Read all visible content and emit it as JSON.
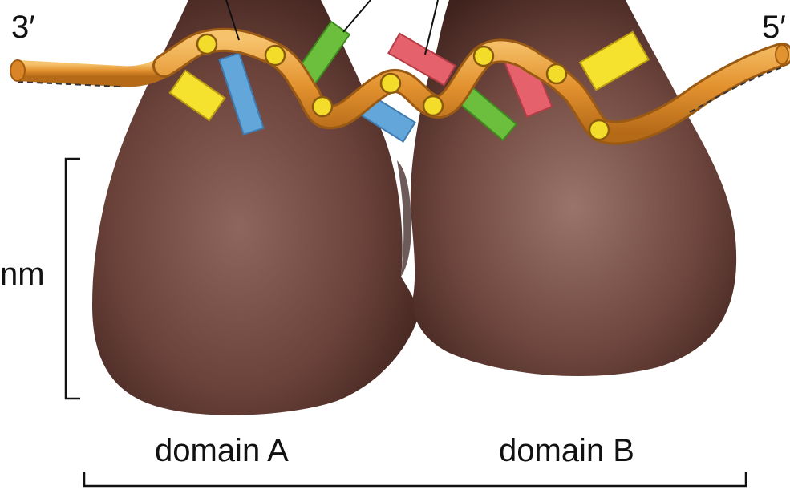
{
  "labels": {
    "end_3prime": "3′",
    "end_5prime": "5′",
    "scale_unit": "nm",
    "domain_a": "domain A",
    "domain_b": "domain B"
  },
  "colors": {
    "protein_dark": "#4a2a24",
    "protein_mid": "#7a5049",
    "protein_light": "#a17a70",
    "backbone": "#e79a3a",
    "backbone_dark": "#b56a18",
    "phosphate": "#f3dc2a",
    "base_yellow": "#f5e22e",
    "base_blue": "#63a6d9",
    "base_green": "#6cbf3d",
    "base_red": "#e5616b"
  },
  "icons": {
    "protein": "two-lobed-protein-shape",
    "rna": "sugar-phosphate-backbone-with-bases"
  }
}
